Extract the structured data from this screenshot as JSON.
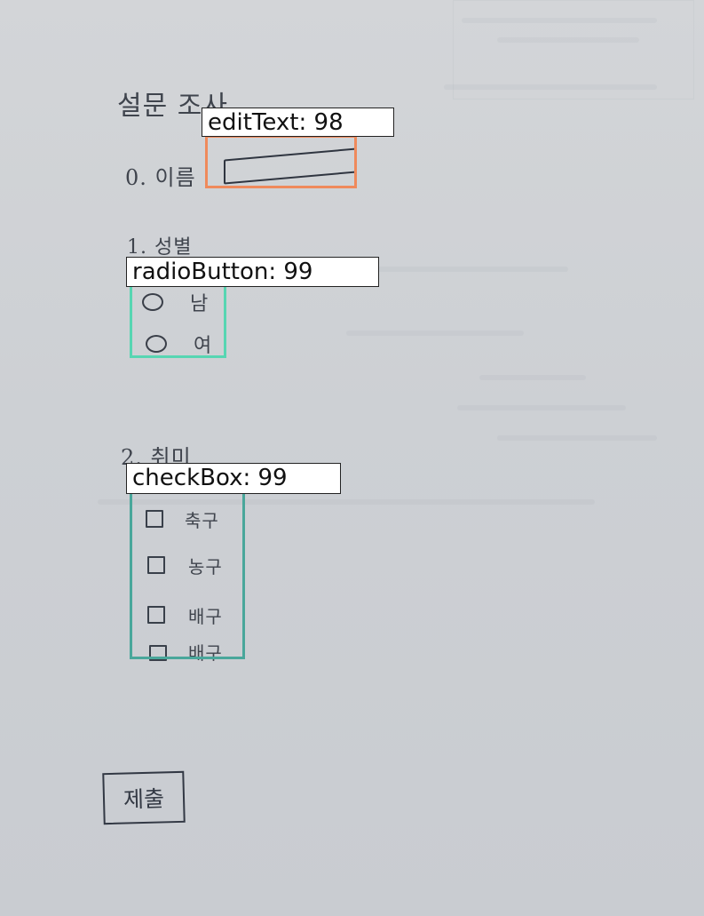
{
  "form": {
    "title": "설문 조사",
    "q0_label": "0. 이름",
    "q1_label": "1. 성별",
    "q1_options": [
      "남",
      "여"
    ],
    "q2_label": "2. 취미",
    "q2_options": [
      "축구",
      "농구",
      "배구",
      "배구"
    ],
    "submit_label": "제출"
  },
  "detections": [
    {
      "label": "editText: 98",
      "color": "#ef8a5c"
    },
    {
      "label": "radioButton: 99",
      "color": "#57d6b2"
    },
    {
      "label": "checkBox: 99",
      "color": "#49a79b"
    }
  ]
}
